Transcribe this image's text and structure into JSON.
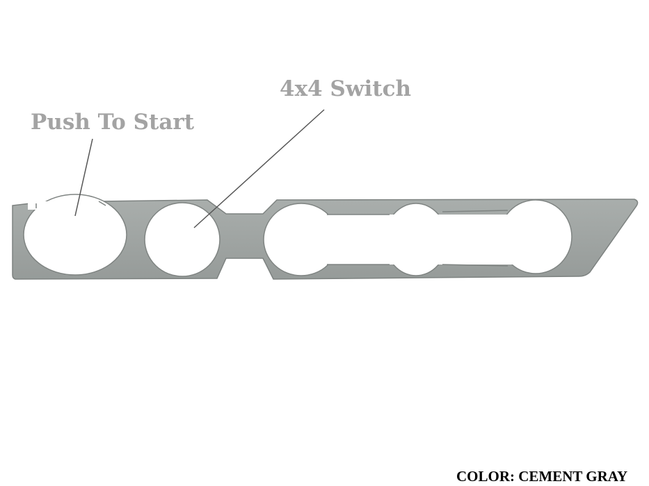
{
  "labels": {
    "push_to_start": "Push To Start",
    "switch_4x4": "4x4 Switch"
  },
  "footer": {
    "color_label": "COLOR: CEMENT GRAY"
  },
  "colors": {
    "panel": "#9ea3a1",
    "label": "#a3a3a3",
    "leader": "#555555"
  }
}
